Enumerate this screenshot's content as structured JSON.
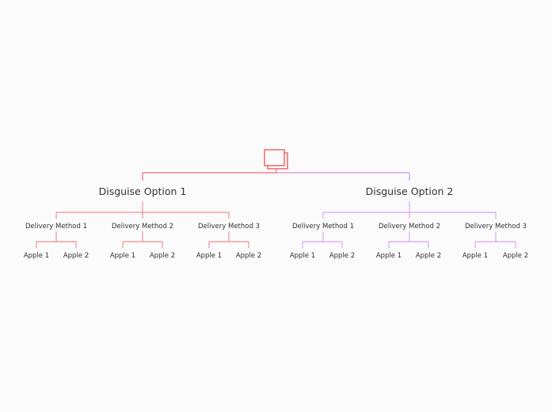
{
  "root": {
    "icon": "stacked-pages-icon",
    "color": "#f07070"
  },
  "branches": [
    {
      "label": "Disguise Option 1",
      "color": "#f07070",
      "methods": [
        {
          "label": "Delivery Method 1",
          "leaves": [
            "Apple 1",
            "Apple 2"
          ]
        },
        {
          "label": "Delivery Method 2",
          "leaves": [
            "Apple 1",
            "Apple 2"
          ]
        },
        {
          "label": "Delivery Method 3",
          "leaves": [
            "Apple 1",
            "Apple 2"
          ]
        }
      ]
    },
    {
      "label": "Disguise Option 2",
      "color": "#cf8fea",
      "methods": [
        {
          "label": "Delivery Method 1",
          "leaves": [
            "Apple 1",
            "Apple 2"
          ]
        },
        {
          "label": "Delivery Method 2",
          "leaves": [
            "Apple 1",
            "Apple 2"
          ]
        },
        {
          "label": "Delivery Method 3",
          "leaves": [
            "Apple 1",
            "Apple 2"
          ]
        }
      ]
    }
  ]
}
